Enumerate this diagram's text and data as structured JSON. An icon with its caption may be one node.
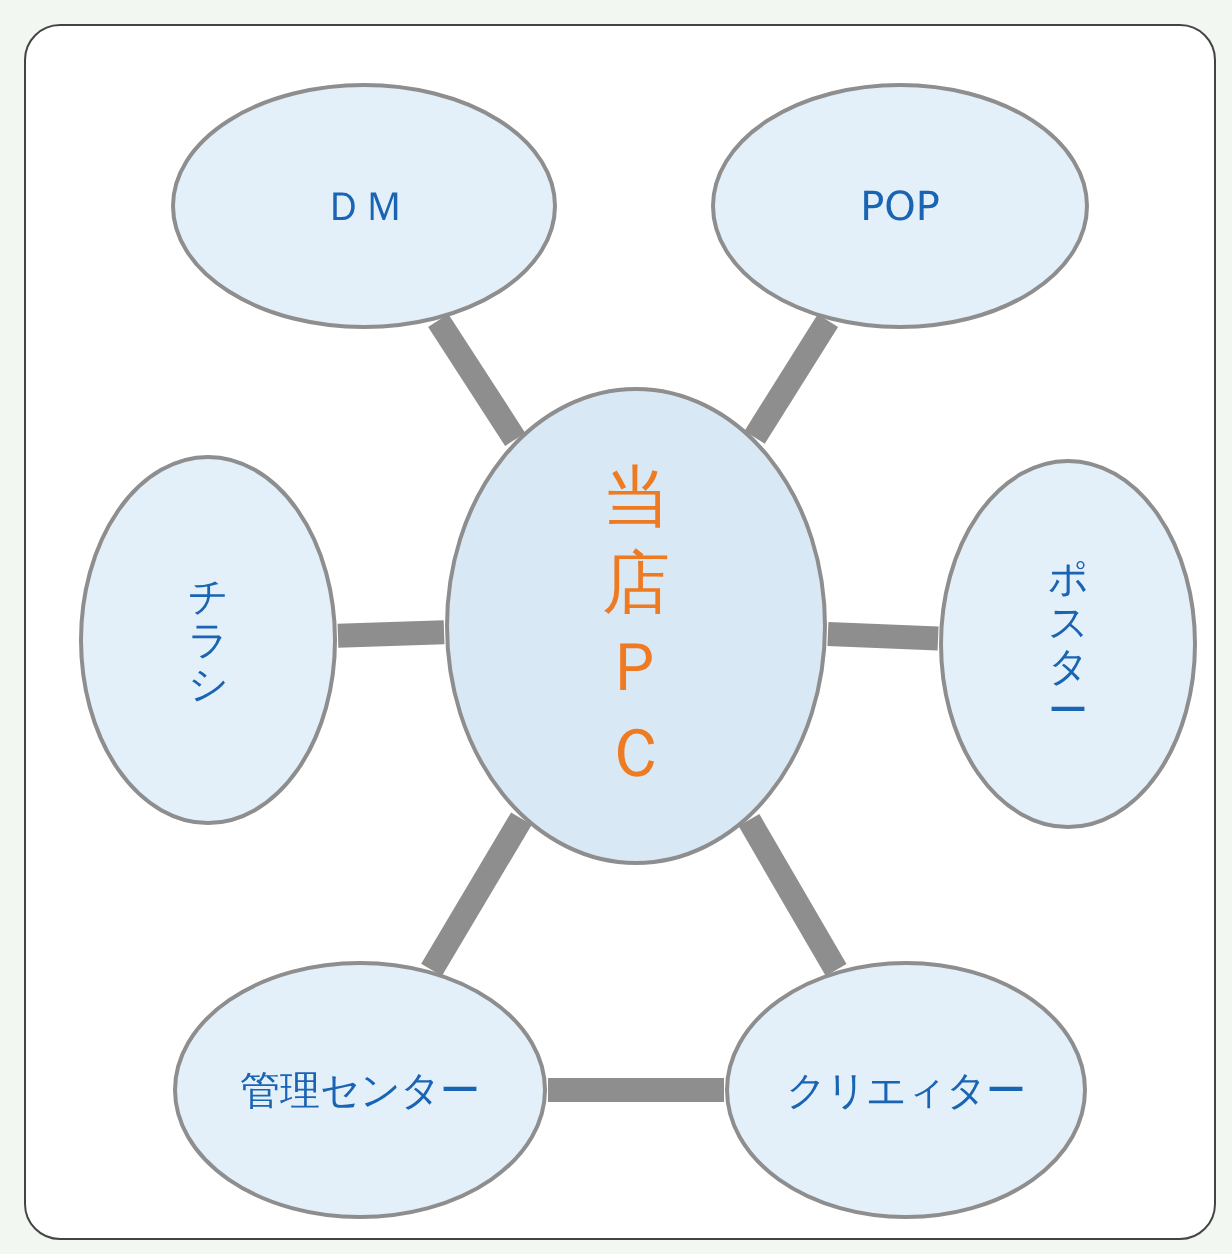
{
  "diagram": {
    "nodes": [
      {
        "text": [
          "ＤＭ"
        ]
      },
      {
        "text": [
          "POP"
        ]
      },
      {
        "text": [
          "チラシ"
        ]
      },
      {
        "text": [
          "当店ＰＣ"
        ]
      },
      {
        "text": [
          "ポスター"
        ]
      },
      {
        "text": [
          "管理センター"
        ]
      },
      {
        "text": [
          "クリエィター"
        ]
      }
    ],
    "edges": [
      {
        "from": 3,
        "to": 0,
        "arrow": "none"
      },
      {
        "from": 3,
        "to": 1,
        "arrow": "none"
      },
      {
        "from": 3,
        "to": 2,
        "arrow": "none"
      },
      {
        "from": 3,
        "to": 4,
        "arrow": "none"
      },
      {
        "from": 3,
        "to": 5,
        "arrow": "none"
      },
      {
        "from": 3,
        "to": 6,
        "arrow": "none"
      },
      {
        "from": 5,
        "to": 6,
        "arrow": "none"
      }
    ]
  }
}
